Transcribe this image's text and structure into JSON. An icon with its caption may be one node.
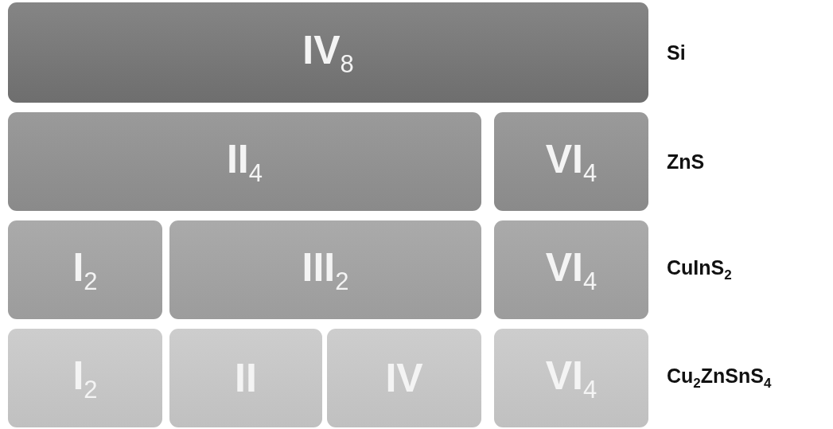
{
  "diagram": {
    "nodes": [
      {
        "text": [
          "IV$_{8}$"
        ]
      },
      {
        "text": [
          "II$_{4}$"
        ]
      },
      {
        "text": [
          "VI$_{4}$"
        ]
      },
      {
        "text": [
          "I$_{2}$"
        ]
      },
      {
        "text": [
          "III$_{2}$"
        ]
      },
      {
        "text": [
          "VI$_{4}$"
        ]
      },
      {
        "text": [
          "I$_{2}$"
        ]
      },
      {
        "text": [
          "II"
        ]
      },
      {
        "text": [
          "IV"
        ]
      },
      {
        "text": [
          "VI$_{4}$"
        ]
      }
    ],
    "labels": [
      "Si",
      "ZnS",
      "CuInS$_{2}$",
      "Cu$_{2}$ZnSnS$_{4}$"
    ]
  }
}
